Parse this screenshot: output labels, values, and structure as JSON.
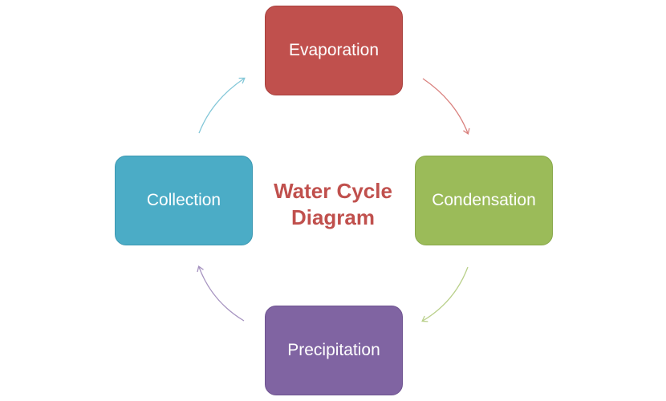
{
  "diagram": {
    "title_line1": "Water Cycle",
    "title_line2": "Diagram",
    "title_color": "#c0504d",
    "nodes": [
      {
        "label": "Evaporation",
        "color": "#c0504d"
      },
      {
        "label": "Condensation",
        "color": "#9bbb59"
      },
      {
        "label": "Precipitation",
        "color": "#8064a2"
      },
      {
        "label": "Collection",
        "color": "#4bacc6"
      }
    ],
    "edges": [
      {
        "from": "Evaporation",
        "to": "Condensation",
        "color": "#c0504d"
      },
      {
        "from": "Condensation",
        "to": "Precipitation",
        "color": "#9bbb59"
      },
      {
        "from": "Precipitation",
        "to": "Collection",
        "color": "#8064a2"
      },
      {
        "from": "Collection",
        "to": "Evaporation",
        "color": "#4bacc6"
      }
    ]
  }
}
